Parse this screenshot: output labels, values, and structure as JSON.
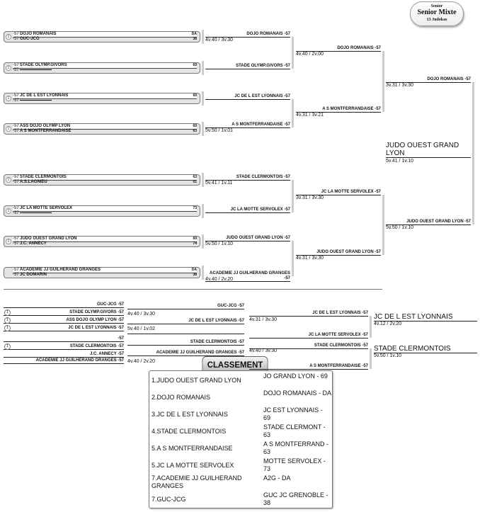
{
  "badge": {
    "line1": "Senior",
    "line2": "Senior Mixte",
    "line3": "13 Judokas"
  },
  "category": "-57",
  "round1": [
    {
      "num": "1",
      "a": "DOJO ROMANAIS",
      "sa": "DA",
      "b": "GUC-JCG",
      "sb": "38"
    },
    {
      "num": "1",
      "a": "STADE OLYMP.GIVORS",
      "sa": "69",
      "b": "",
      "sb": ""
    },
    {
      "num": "1",
      "a": "JC DE L EST LYONNAIS",
      "sa": "69",
      "b": "",
      "sb": ""
    },
    {
      "num": "1",
      "a": "ASS DOJO OLYMP LYON",
      "sa": "69",
      "b": "A S MONTFERRANDAISE",
      "sb": "63"
    },
    {
      "num": "1",
      "a": "STADE CLERMONTOIS",
      "sa": "63",
      "b": "A.S.LAGNIEU",
      "sb": "01"
    },
    {
      "num": "1",
      "a": "JC LA MOTTE SERVOLEX",
      "sa": "73",
      "b": "",
      "sb": ""
    },
    {
      "num": "1",
      "a": "JUDO OUEST GRAND LYON",
      "sa": "69",
      "b": "J.C. ANNECY",
      "sb": "74"
    },
    {
      "num": "",
      "a": "ACADEMIE JJ GUILHERAND GRANGES",
      "sa": "DA",
      "b": "JC DOMARIN",
      "sb": "38"
    }
  ],
  "round2": [
    {
      "name": "DOJO ROMANAIS -57",
      "score": "4v.40 / 3v.30"
    },
    {
      "name": "STADE OLYMP.GIVORS -57",
      "score": ""
    },
    {
      "name": "JC DE L EST LYONNAIS -57",
      "score": ""
    },
    {
      "name": "A S MONTFERRANDAISE -57",
      "score": "5v.50 / 1v.01"
    },
    {
      "name": "STADE CLERMONTOIS -57",
      "score": "5v.41 / 1v.11"
    },
    {
      "name": "JC LA MOTTE SERVOLEX -57",
      "score": ""
    },
    {
      "name": "JUDO OUEST GRAND LYON -57",
      "score": "5v.50 / 1v.10"
    },
    {
      "name": "ACADEMIE JJ GUILHERAND GRANGES -57",
      "score": "4v.40 / 2v.20"
    }
  ],
  "round3": [
    {
      "name": "DOJO ROMANAIS -57",
      "score": "4v.40 / 2v.00"
    },
    {
      "name": "A S MONTFERRANDAISE -57",
      "score": "4v.31 / 3v.21"
    },
    {
      "name": "JC LA MOTTE SERVOLEX -57",
      "score": "3v.31 / 3v.30"
    },
    {
      "name": "JUDO OUEST GRAND LYON -57",
      "score": "4v.31 / 3v.30"
    }
  ],
  "round4": [
    {
      "name": "DOJO ROMANAIS -57",
      "score": "3v.31 / 3v.30"
    },
    {
      "name": "JUDO OUEST GRAND LYON -57",
      "score": "5v.50 / 1v.10"
    }
  ],
  "final": {
    "name": "JUDO OUEST GRAND LYON",
    "score": "5v.41 / 1v.10"
  },
  "repechage": {
    "col1": [
      {
        "name": "GUC-JCG -57",
        "num": ""
      },
      {
        "name": "STADE OLYMP.GIVORS -57",
        "num": "1"
      },
      {
        "name": "ASS DOJO OLYMP LYON -57",
        "num": "1"
      },
      {
        "name": "JC DE L EST LYONNAIS -57",
        "num": "1"
      },
      {
        "name": "-57",
        "num": ""
      },
      {
        "name": "STADE CLERMONTOIS -57",
        "num": "1"
      },
      {
        "name": "J.C. ANNECY -57",
        "num": ""
      },
      {
        "name": "ACADEMIE JJ GUILHERAND GRANGES -57",
        "num": ""
      }
    ],
    "col1_scores": [
      "4v.40 / 3v.30",
      "5v.40 / 1v.02",
      "4v.40 / 2v.20"
    ],
    "col2": [
      "GUC-JCG -57",
      "JC DE L EST LYONNAIS -57",
      "",
      "STADE CLERMONTOIS -57",
      "ACADEMIE JJ GUILHERAND GRANGES -57"
    ],
    "col2_scores": [
      "4v.31 / 3v.30",
      "4v.40 / 3v.30"
    ],
    "col3": [
      "JC DE L EST LYONNAIS -57",
      "JC LA MOTTE SERVOLEX -57",
      "STADE CLERMONTOIS -57",
      "A S MONTFERRANDAISE -57"
    ],
    "bronze": [
      {
        "name": "JC DE L EST LYONNAIS",
        "score": "4v.12 / 2v.20"
      },
      {
        "name": "STADE CLERMONTOIS",
        "score": "5v.50 / 1v.10"
      }
    ]
  },
  "classement": {
    "title": "CLASSEMENT",
    "rows": [
      {
        "rank": "1.",
        "name": "JUDO OUEST GRAND LYON",
        "club": "JO GRAND LYON - 69"
      },
      {
        "rank": "2.",
        "name": "DOJO ROMANAIS",
        "club": "DOJO ROMANAIS - DA"
      },
      {
        "rank": "3.",
        "name": "JC DE L EST LYONNAIS",
        "club": "JC EST LYONNAIS - 69"
      },
      {
        "rank": "4.",
        "name": "STADE CLERMONTOIS",
        "club": "STADE CLERMONT - 63"
      },
      {
        "rank": "5.",
        "name": "A S MONTFERRANDAISE",
        "club": "A S MONTFERRAND - 63"
      },
      {
        "rank": "5.",
        "name": "JC LA MOTTE SERVOLEX",
        "club": "MOTTE SERVOLEX - 73"
      },
      {
        "rank": "7.",
        "name": "ACADEMIE JJ GUILHERAND GRANGES",
        "club": "A2G - DA"
      },
      {
        "rank": "7.",
        "name": "GUC-JCG",
        "club": "GUC JC GRENOBLE - 38"
      }
    ]
  }
}
